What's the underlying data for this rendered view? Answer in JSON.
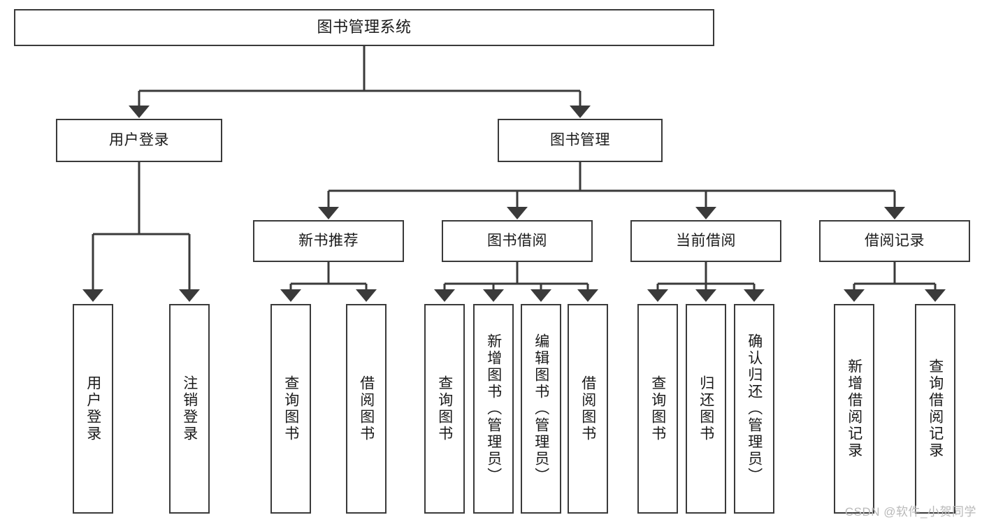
{
  "diagram": {
    "type": "tree",
    "title": "图书管理系统",
    "style": {
      "border_color": "#3a3a3a",
      "line_color": "#3a3a3a",
      "text_color": "#1a1a1a",
      "background": "#ffffff",
      "watermark_color": "#b9b9b9"
    },
    "root": {
      "label": "图书管理系统"
    },
    "level2": [
      {
        "label": "用户登录"
      },
      {
        "label": "图书管理"
      }
    ],
    "level3": [
      {
        "label": "新书推荐"
      },
      {
        "label": "图书借阅"
      },
      {
        "label": "当前借阅"
      },
      {
        "label": "借阅记录"
      }
    ],
    "leaves": {
      "user_login": [
        {
          "label": "用户登录"
        },
        {
          "label": "注销登录"
        }
      ],
      "new_books": [
        {
          "label": "查询图书"
        },
        {
          "label": "借阅图书"
        }
      ],
      "book_borrow": [
        {
          "label": "查询图书"
        },
        {
          "label": "新增图书（管理员）"
        },
        {
          "label": "编辑图书（管理员）"
        },
        {
          "label": "借阅图书"
        }
      ],
      "current_borrow": [
        {
          "label": "查询图书"
        },
        {
          "label": "归还图书"
        },
        {
          "label": "确认归还（管理员）"
        }
      ],
      "borrow_records": [
        {
          "label": "新增借阅记录"
        },
        {
          "label": "查询借阅记录"
        }
      ]
    }
  },
  "watermark": {
    "text": "CSDN @软件_小贺同学"
  }
}
